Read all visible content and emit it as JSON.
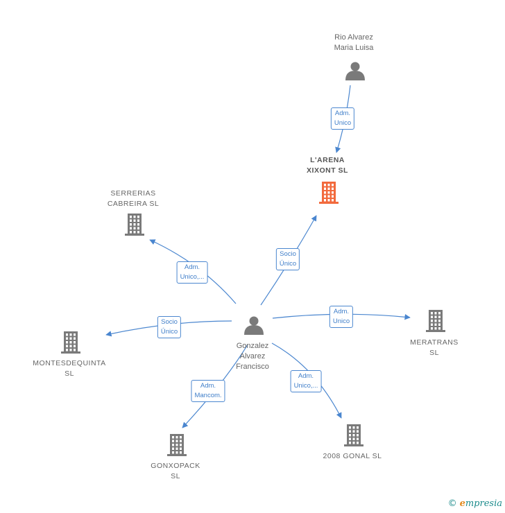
{
  "colors": {
    "edge": "#4a86cf",
    "node_icon": "#7a7a7a",
    "highlight_icon": "#f26a3d",
    "label_text": "#666666"
  },
  "nodes": [
    {
      "id": "gonzalez",
      "type": "person",
      "lines": [
        "Gonzalez",
        "Alvarez",
        "Francisco"
      ],
      "highlight": false
    },
    {
      "id": "rio",
      "type": "person",
      "lines": [
        "Rio Alvarez",
        "Maria Luisa"
      ],
      "highlight": false
    },
    {
      "id": "larena",
      "type": "company",
      "lines": [
        "L'ARENA",
        "XIXONT SL"
      ],
      "highlight": true
    },
    {
      "id": "serrerias",
      "type": "company",
      "lines": [
        "SERRERIAS",
        "CABREIRA SL"
      ],
      "highlight": false
    },
    {
      "id": "meratrans",
      "type": "company",
      "lines": [
        "MERATRANS",
        "SL"
      ],
      "highlight": false
    },
    {
      "id": "montes",
      "type": "company",
      "lines": [
        "MONTESDEQUINTA",
        "SL"
      ],
      "highlight": false
    },
    {
      "id": "gonxopack",
      "type": "company",
      "lines": [
        "GONXOPACK",
        "SL"
      ],
      "highlight": false
    },
    {
      "id": "gonal",
      "type": "company",
      "lines": [
        "2008 GONAL SL"
      ],
      "highlight": false
    }
  ],
  "edges": [
    {
      "id": "e-rio-larena",
      "from": "rio",
      "to": "larena",
      "lines": [
        "Adm.",
        "Unico"
      ]
    },
    {
      "id": "e-gonz-larena",
      "from": "gonzalez",
      "to": "larena",
      "lines": [
        "Socio",
        "Único"
      ]
    },
    {
      "id": "e-gonz-serrerias",
      "from": "gonzalez",
      "to": "serrerias",
      "lines": [
        "Adm.",
        "Unico,..."
      ]
    },
    {
      "id": "e-gonz-meratrans",
      "from": "gonzalez",
      "to": "meratrans",
      "lines": [
        "Adm.",
        "Unico"
      ]
    },
    {
      "id": "e-gonz-montes",
      "from": "gonzalez",
      "to": "montes",
      "lines": [
        "Socio",
        "Único"
      ]
    },
    {
      "id": "e-gonz-gonxopack",
      "from": "gonzalez",
      "to": "gonxopack",
      "lines": [
        "Adm.",
        "Mancom."
      ]
    },
    {
      "id": "e-gonz-gonal",
      "from": "gonzalez",
      "to": "gonal",
      "lines": [
        "Adm.",
        "Unico,..."
      ]
    }
  ],
  "footer": {
    "copyright_symbol": "©",
    "brand_e": "e",
    "brand_rest": "mpresia"
  }
}
